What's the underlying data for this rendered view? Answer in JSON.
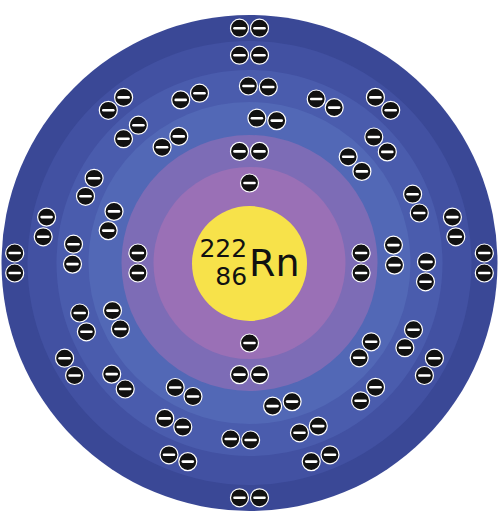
{
  "diagram": {
    "nodes": [
      {
        "text": [
          "222",
          "86",
          "Rn"
        ]
      }
    ]
  }
}
